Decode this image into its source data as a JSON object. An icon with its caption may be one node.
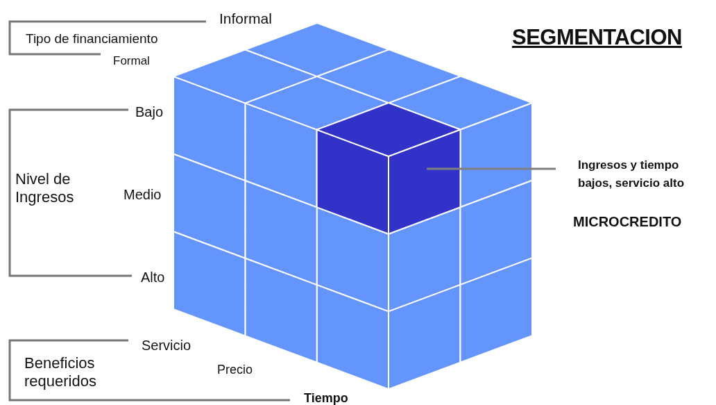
{
  "diagram": {
    "title": "SEGMENTACION",
    "nodes": [
      {
        "text": [
          "Ingresos y tiempo bajos, servicio alto"
        ]
      },
      {
        "text": [],
        "shape": "cube"
      }
    ],
    "edges": [
      {
        "from": 0,
        "to": 1,
        "arrow": "none"
      }
    ],
    "labels": [
      "Informal",
      "Tipo de financiamiento",
      "Formal",
      "Bajo",
      "Nivel de Ingresos",
      "Medio",
      "MICROCREDITO",
      "Alto",
      "Servicio",
      "Beneficios requeridos",
      "Precio",
      "Tiempo"
    ]
  }
}
